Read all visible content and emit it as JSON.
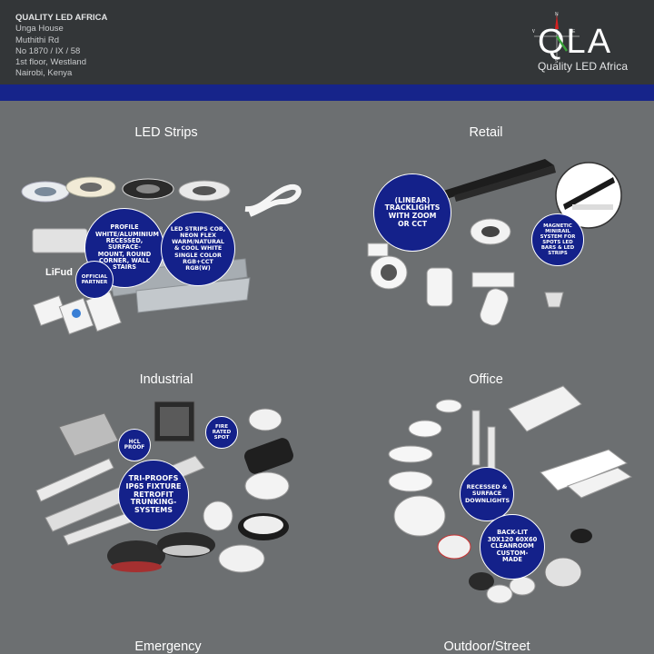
{
  "company": {
    "name": "QUALITY LED AFRICA",
    "address": [
      "Unga House",
      "Muthithi Rd",
      "No 1870 / IX / 58",
      "1st floor, Westland",
      "Nairobi, Kenya"
    ]
  },
  "logo": {
    "wordmark": "QLA",
    "tagline": "Quality LED Africa",
    "compass": {
      "n": "N",
      "s": "S",
      "e": "E",
      "w": "W"
    }
  },
  "colors": {
    "header": "#333638",
    "stripe": "#16248a",
    "background": "#6c6f71",
    "badge": "#14218a"
  },
  "sections": {
    "led_strips": {
      "title": "LED Strips",
      "brand": "LiFud",
      "badges": {
        "profile": "PROFILE WHITE/ALUMINIUM RECESSED, SURFACE-MOUNT, ROUND CORNER, WALL STAIRS",
        "strips": "LED STRIPS COB, NEON FLEX WARM/NATURAL & COOL WHITE SINGLE COLOR RGB+CCT RGB(W)",
        "partner": "OFFICIAL PARTNER"
      }
    },
    "retail": {
      "title": "Retail",
      "badges": {
        "tracklights": "(LINEAR) TRACKLIGHTS WITH ZOOM OR CCT",
        "minirail": "MAGNETIC MINIRAIL SYSTEM FOR SPOTS LED BARS & LED STRIPS"
      }
    },
    "industrial": {
      "title": "Industrial",
      "badges": {
        "hcl": "HCL PROOF",
        "fire": "FIRE RATED SPOT",
        "triproofs": "TRI-PROOFS IP65 FIXTURE RETROFIT TRUNKING-SYSTEMS"
      }
    },
    "office": {
      "title": "Office",
      "badges": {
        "downlights": "RECESSED & SURFACE DOWNLIGHTS",
        "backlit": "BACK-LIT 30X120 60X60 CLEANROOM CUSTOM-MADE"
      }
    },
    "emergency": {
      "title": "Emergency"
    },
    "outdoor": {
      "title": "Outdoor/Street"
    }
  }
}
